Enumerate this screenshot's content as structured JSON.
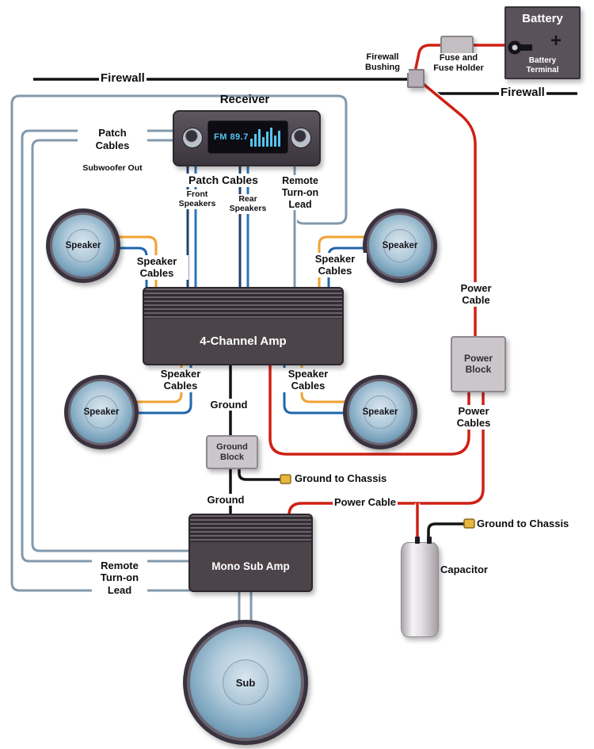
{
  "labels": {
    "firewall_left": "Firewall",
    "firewall_right": "Firewall",
    "battery": "Battery",
    "battery_terminal": [
      "Battery",
      "Terminal"
    ],
    "battery_plus": "+",
    "fuse": [
      "Fuse and",
      "Fuse Holder"
    ],
    "bushing": [
      "Firewall",
      "Bushing"
    ],
    "receiver": "Receiver",
    "display_text": "FM 89.7",
    "patch_sub": [
      "Patch",
      "Cables"
    ],
    "patch_sub_small": "Subwoofer Out",
    "patch_main": "Patch Cables",
    "front_speakers": [
      "Front",
      "Speakers"
    ],
    "rear_speakers": [
      "Rear",
      "Speakers"
    ],
    "remote_top": [
      "Remote",
      "Turn-on",
      "Lead"
    ],
    "remote_bottom": [
      "Remote",
      "Turn-on",
      "Lead"
    ],
    "speaker": "Speaker",
    "speaker_cables": [
      "Speaker",
      "Cables"
    ],
    "amp_4ch": "4-Channel Amp",
    "mono_amp": "Mono Sub Amp",
    "sub": "Sub",
    "power_cable_v": [
      "Power",
      "Cable"
    ],
    "power_block": [
      "Power",
      "Block"
    ],
    "power_cables": [
      "Power",
      "Cables"
    ],
    "power_cable_h": "Power Cable",
    "ground_top": "Ground",
    "ground_mid": "Ground",
    "ground_block": [
      "Ground",
      "Block"
    ],
    "ground_chassis_1": "Ground to Chassis",
    "ground_chassis_2": "Ground to Chassis",
    "capacitor": "Capacitor"
  },
  "colors": {
    "power": "#cf2015",
    "ground": "#141414",
    "wall": "#111111",
    "remote_patch": "#8399ac",
    "patch_navy": "#1d4272",
    "patch_blue": "#2e75b6",
    "speaker_orange": "#f0a232",
    "speaker_blue": "#1f66ad",
    "terminal_gold": "#e7b73e",
    "display_blue": "#53c6f2"
  }
}
